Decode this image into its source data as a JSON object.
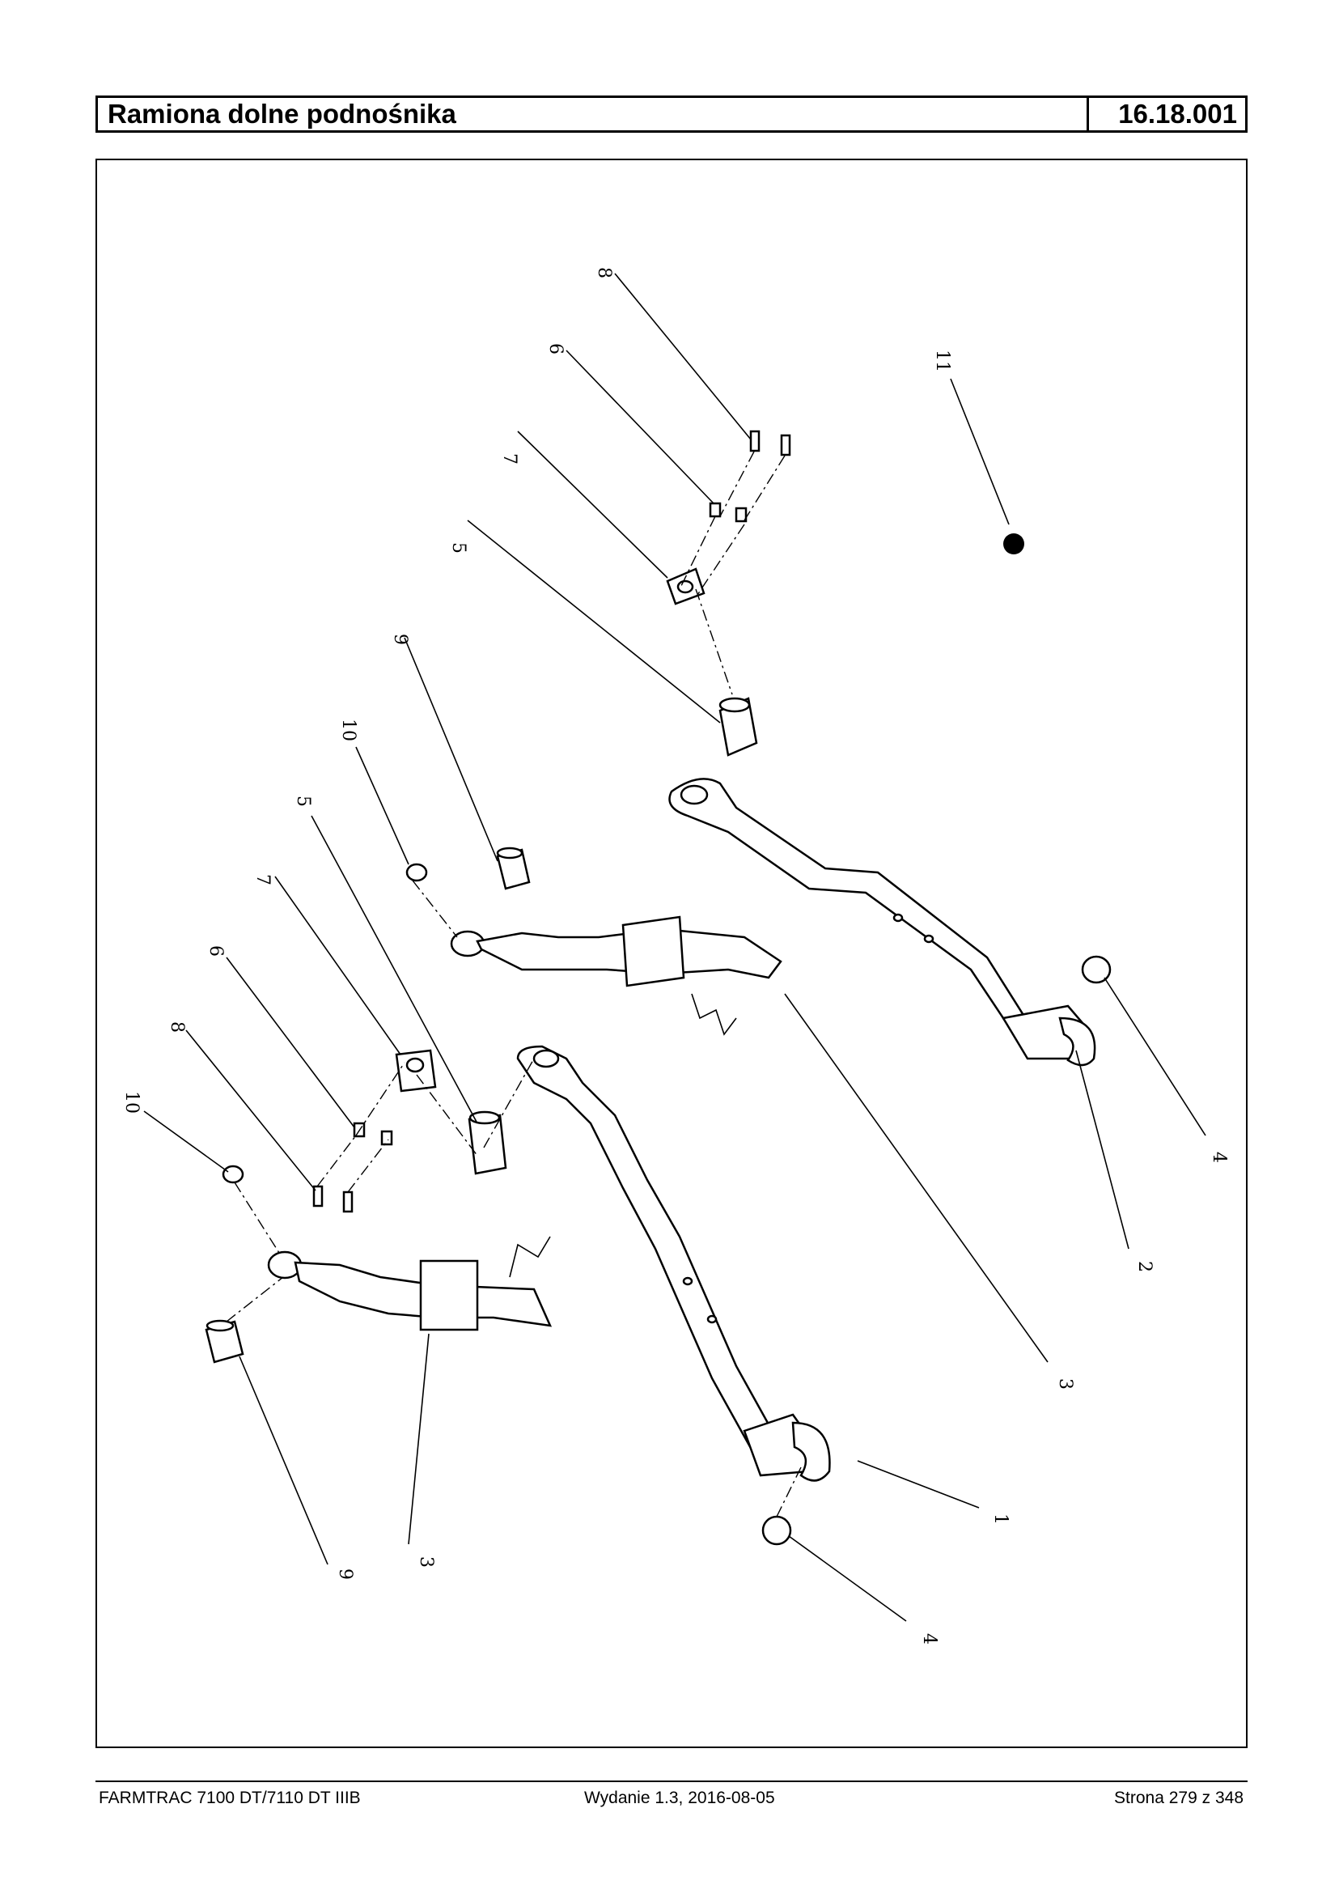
{
  "header": {
    "title": "Ramiona dolne podnośnika",
    "code": "16.18.001"
  },
  "callouts": {
    "c1": "1",
    "c2": "2",
    "c3a": "3",
    "c3b": "3",
    "c4a": "4",
    "c4b": "4",
    "c5a": "5",
    "c5b": "5",
    "c6a": "6",
    "c6b": "6",
    "c7a": "7",
    "c7b": "7",
    "c8a": "8",
    "c8b": "8",
    "c9a": "9",
    "c9b": "9",
    "c10a": "10",
    "c10b": "10",
    "c11": "11"
  },
  "footer": {
    "left": "FARMTRAC 7100 DT/7110 DT IIIB",
    "center": "Wydanie 1.3,  2016-08-05",
    "right": "Strona 279 z 348"
  }
}
